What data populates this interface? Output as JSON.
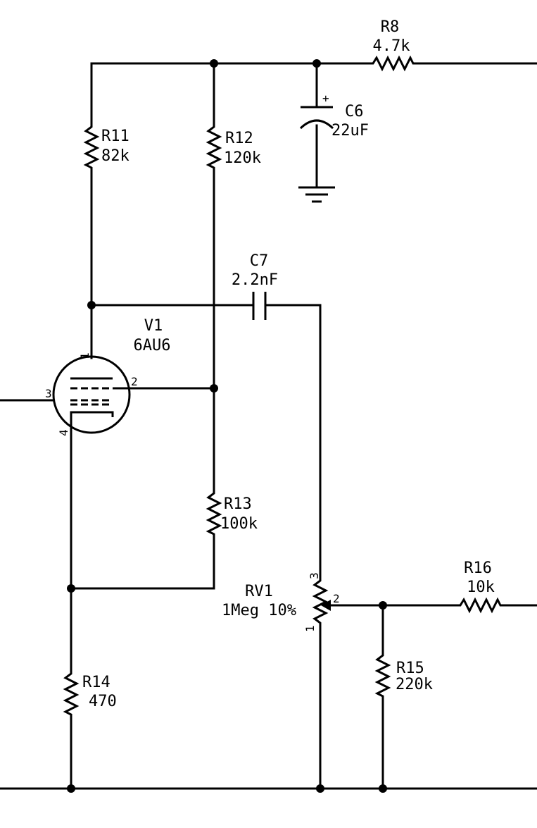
{
  "components": {
    "r8": {
      "ref": "R8",
      "value": "4.7k"
    },
    "r11": {
      "ref": "R11",
      "value": "82k"
    },
    "r12": {
      "ref": "R12",
      "value": "120k"
    },
    "r13": {
      "ref": "R13",
      "value": "100k"
    },
    "r14": {
      "ref": "R14",
      "value": "470"
    },
    "r15": {
      "ref": "R15",
      "value": "220k"
    },
    "r16": {
      "ref": "R16",
      "value": "10k"
    },
    "c6": {
      "ref": "C6",
      "value": "22uF",
      "polarity": "+"
    },
    "c7": {
      "ref": "C7",
      "value": "2.2nF"
    },
    "v1": {
      "ref": "V1",
      "value": "6AU6",
      "pins": [
        "1",
        "2",
        "3",
        "4"
      ]
    },
    "rv1": {
      "ref": "RV1",
      "value": "1Meg 10%",
      "pins": [
        "3",
        "2",
        "1"
      ]
    }
  }
}
